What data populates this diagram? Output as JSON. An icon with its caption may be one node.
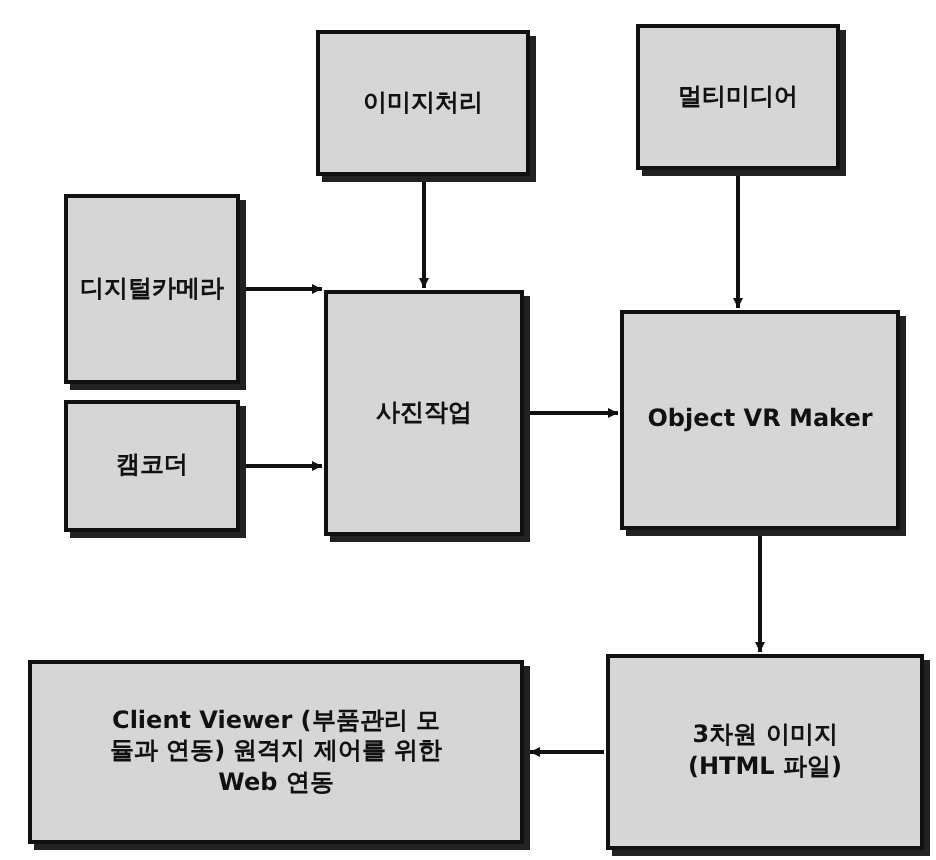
{
  "diagram": {
    "nodes": [
      {
        "text": [
          "이미지처리"
        ]
      },
      {
        "text": [
          "멀티미디어"
        ]
      },
      {
        "text": [
          "디지털카메라"
        ]
      },
      {
        "text": [
          "캠코더"
        ]
      },
      {
        "text": [
          "사진작업"
        ]
      },
      {
        "text": [
          "Object VR Maker"
        ]
      },
      {
        "text": [
          "Client Viewer (부품관리 모듈과 연동) 원격지 제어를 위한 Web 연동"
        ]
      },
      {
        "text": [
          "3차원 이미지 (HTML 파일)"
        ]
      }
    ],
    "edges": [
      {
        "from": 0,
        "to": 4,
        "arrow": "to"
      },
      {
        "from": 1,
        "to": 5,
        "arrow": "to"
      },
      {
        "from": 2,
        "to": 4,
        "arrow": "to"
      },
      {
        "from": 3,
        "to": 4,
        "arrow": "to"
      },
      {
        "from": 4,
        "to": 5,
        "arrow": "to"
      },
      {
        "from": 5,
        "to": 7,
        "arrow": "to"
      },
      {
        "from": 7,
        "to": 6,
        "arrow": "to"
      }
    ]
  }
}
